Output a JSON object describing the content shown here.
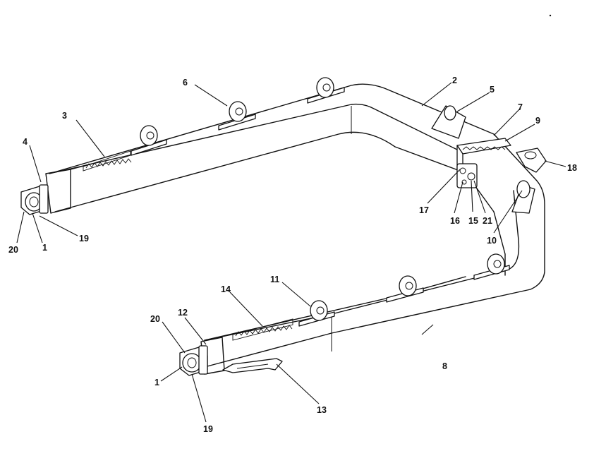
{
  "diagram": {
    "labels": [
      "1",
      "1",
      "2",
      "3",
      "4",
      "5",
      "6",
      "7",
      "8",
      "9",
      "10",
      "11",
      "12",
      "13",
      "14",
      "15",
      "16",
      "17",
      "18",
      "19",
      "19",
      "20",
      "20",
      "21"
    ]
  }
}
